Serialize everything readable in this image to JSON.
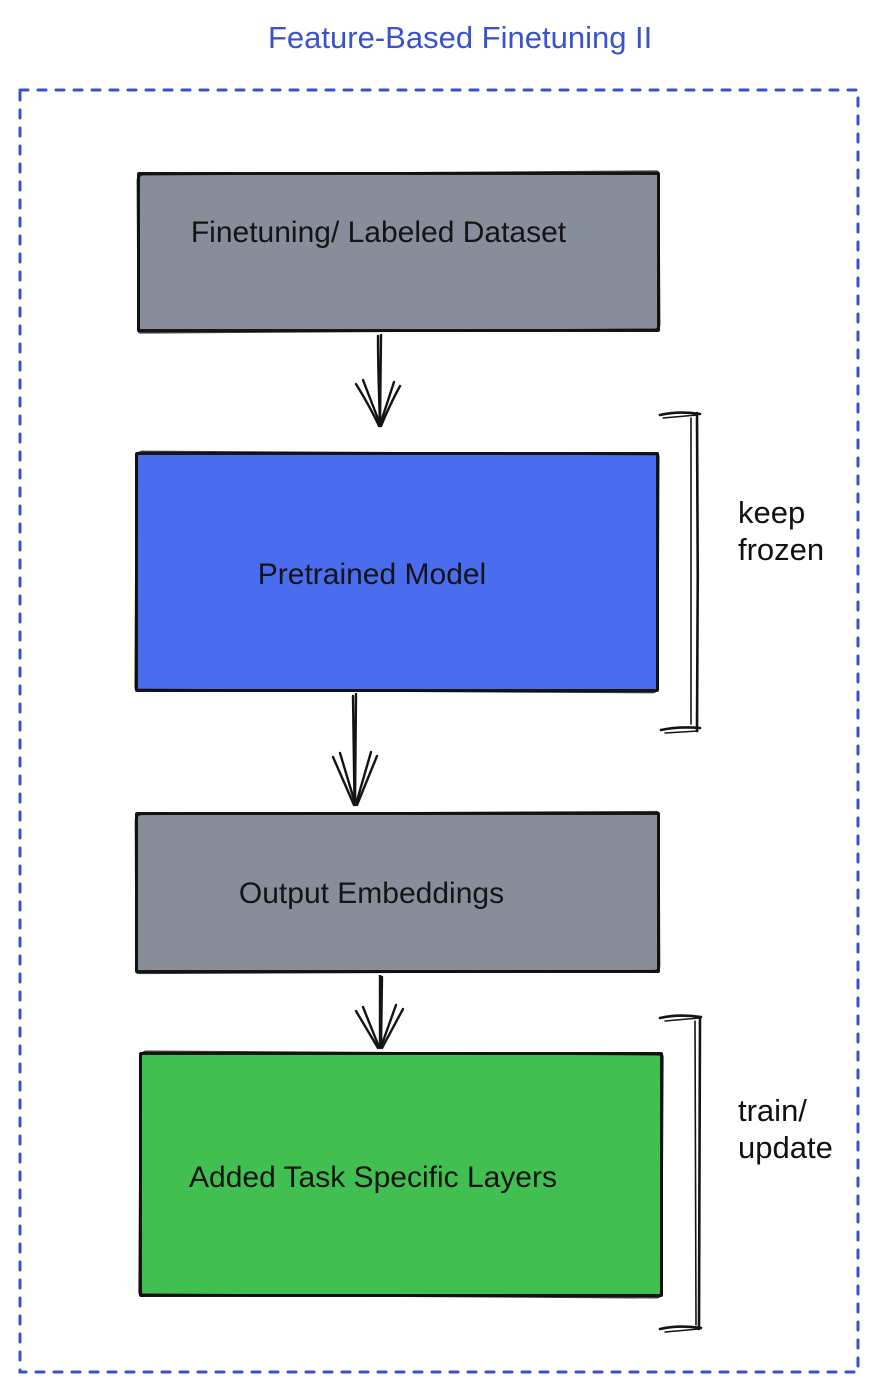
{
  "title": "Feature-Based Finetuning II",
  "colors": {
    "title_text": "#3a53cd",
    "frame_border": "#3b51c8",
    "node_gray": "#878e99",
    "node_blue": "#4a6cef",
    "node_green": "#41bf50",
    "ink": "#141414"
  },
  "diagram": {
    "nodes": [
      {
        "id": "finetuning-dataset",
        "label": "Finetuning/ Labeled Dataset",
        "fill": "#878e99"
      },
      {
        "id": "pretrained-model",
        "label": "Pretrained Model",
        "fill": "#4a6cef"
      },
      {
        "id": "output-embeddings",
        "label": "Output Embeddings",
        "fill": "#878e99"
      },
      {
        "id": "task-specific-layers",
        "label": "Added Task Specific Layers",
        "fill": "#41bf50"
      }
    ],
    "edges": [
      {
        "from": "finetuning-dataset",
        "to": "pretrained-model"
      },
      {
        "from": "pretrained-model",
        "to": "output-embeddings"
      },
      {
        "from": "output-embeddings",
        "to": "task-specific-layers"
      }
    ],
    "annotations": [
      {
        "target": "pretrained-model",
        "label": "keep\nfrozen"
      },
      {
        "target": "task-specific-layers",
        "label": "train/\nupdate"
      }
    ]
  }
}
